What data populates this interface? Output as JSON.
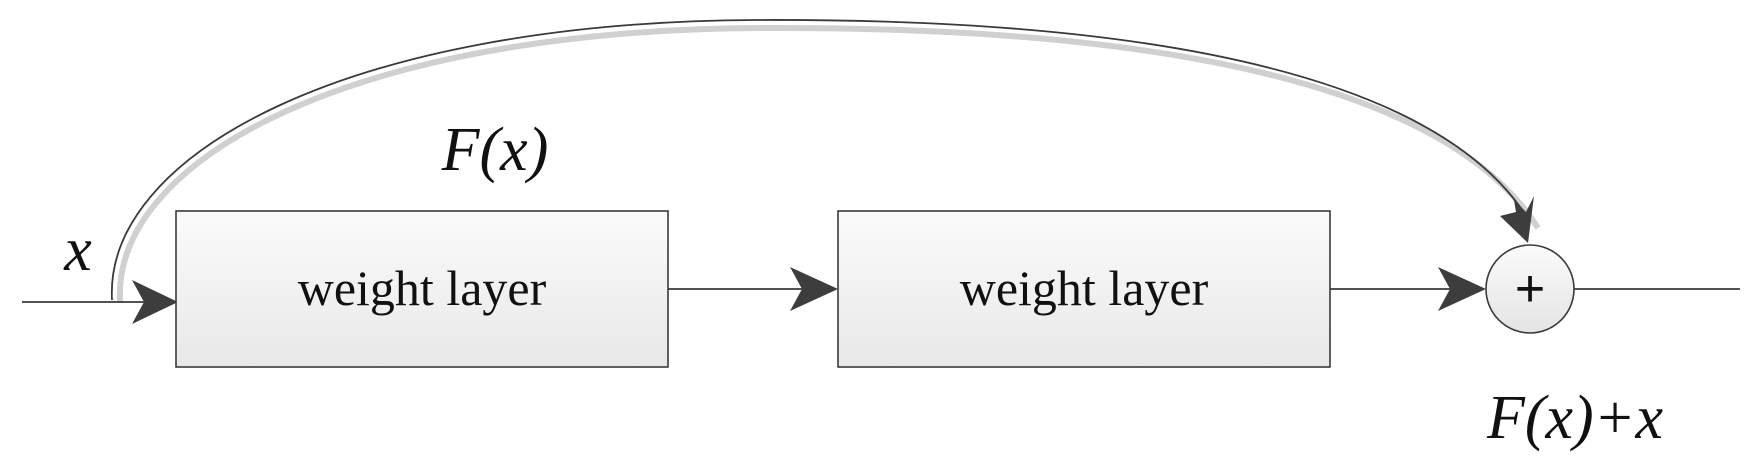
{
  "diagram": {
    "input_label": "x",
    "residual_label": "F(x)",
    "output_label": "F(x)+x",
    "blocks": [
      {
        "label": "weight layer"
      },
      {
        "label": "weight layer"
      }
    ],
    "sum_node_symbol": "+",
    "colors": {
      "line": "#3a3a3a",
      "arrowhead": "#3d3d3d",
      "box_fill_top": "#fafafa",
      "box_fill_bottom": "#e9e9e9",
      "shortcut_shadow": "#d0d0d0",
      "text": "#111111"
    }
  }
}
